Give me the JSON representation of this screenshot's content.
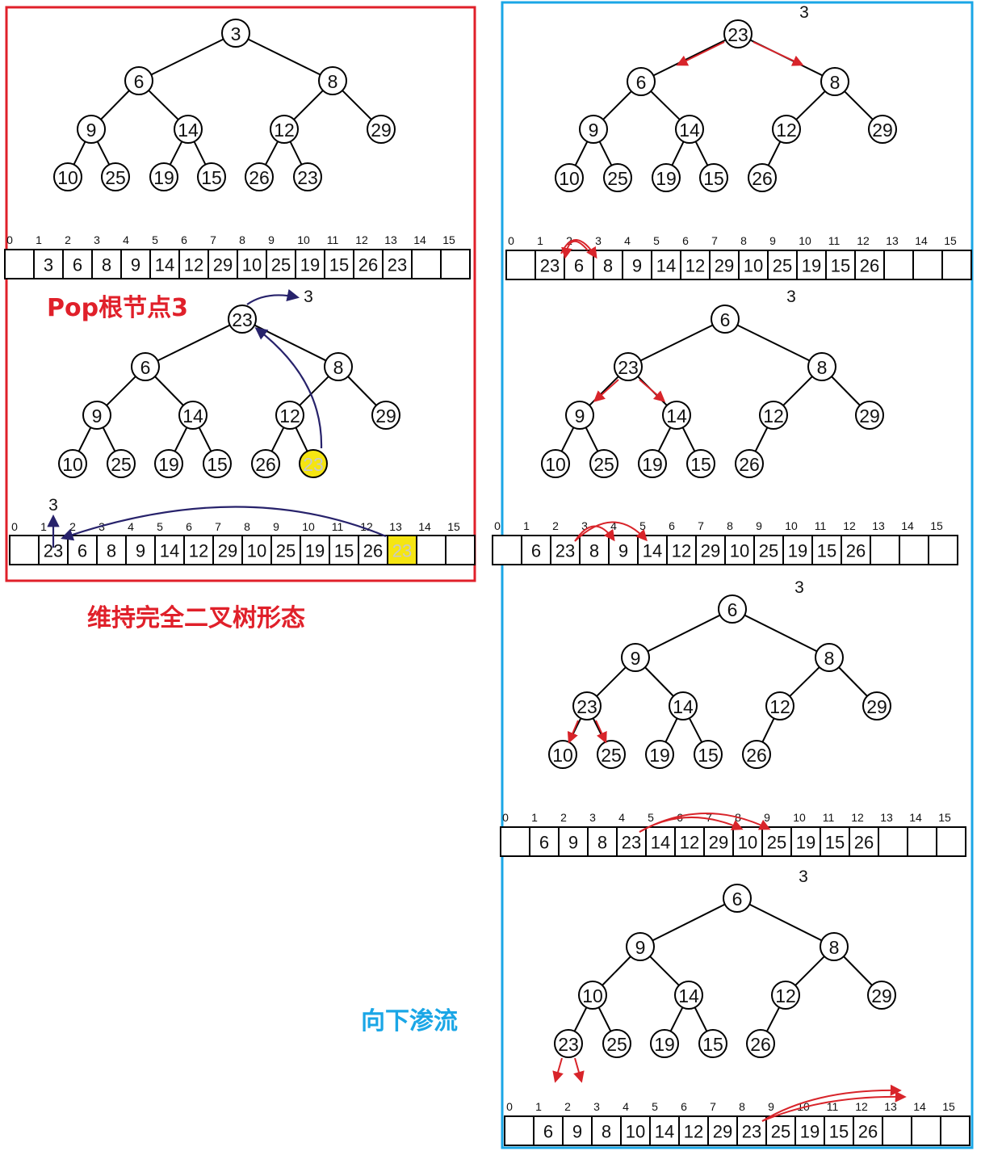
{
  "captions": {
    "pop_root": "Pop根节点3",
    "keep_shape": "维持完全二叉树形态",
    "percolate_down": "向下渗流"
  },
  "popped_value": "3",
  "array_indices": [
    "0",
    "1",
    "2",
    "3",
    "4",
    "5",
    "6",
    "7",
    "8",
    "9",
    "10",
    "11",
    "12",
    "13",
    "14",
    "15"
  ],
  "colors": {
    "red_frame": "#e0202a",
    "blue_frame": "#1aa6e6",
    "highlight": "#f5e512",
    "red_arrow": "#d8242a",
    "navy_arrow": "#27226b"
  },
  "stages": [
    {
      "id": "initial-heap",
      "tree": [
        "3",
        "6",
        "8",
        "9",
        "14",
        "12",
        "29",
        "10",
        "25",
        "19",
        "15",
        "26",
        "23"
      ],
      "array": [
        "",
        "3",
        "6",
        "8",
        "9",
        "14",
        "12",
        "29",
        "10",
        "25",
        "19",
        "15",
        "26",
        "23",
        "",
        ""
      ]
    },
    {
      "id": "last-moved-to-root",
      "tree": [
        "23",
        "6",
        "8",
        "9",
        "14",
        "12",
        "29",
        "10",
        "25",
        "19",
        "15",
        "26",
        "23"
      ],
      "highlight_node": 12,
      "array": [
        "",
        "23",
        "6",
        "8",
        "9",
        "14",
        "12",
        "29",
        "10",
        "25",
        "19",
        "15",
        "26",
        "23",
        "",
        ""
      ],
      "highlight_cell": 13
    },
    {
      "id": "root-compare",
      "tree": [
        "23",
        "6",
        "8",
        "9",
        "14",
        "12",
        "29",
        "10",
        "25",
        "19",
        "15",
        "26"
      ],
      "array": [
        "",
        "23",
        "6",
        "8",
        "9",
        "14",
        "12",
        "29",
        "10",
        "25",
        "19",
        "15",
        "26",
        "",
        "",
        ""
      ]
    },
    {
      "id": "swap-with-6",
      "tree": [
        "6",
        "23",
        "8",
        "9",
        "14",
        "12",
        "29",
        "10",
        "25",
        "19",
        "15",
        "26"
      ],
      "array": [
        "",
        "6",
        "23",
        "8",
        "9",
        "14",
        "12",
        "29",
        "10",
        "25",
        "19",
        "15",
        "26",
        "",
        "",
        ""
      ]
    },
    {
      "id": "swap-with-9",
      "tree": [
        "6",
        "9",
        "8",
        "23",
        "14",
        "12",
        "29",
        "10",
        "25",
        "19",
        "15",
        "26"
      ],
      "array": [
        "",
        "6",
        "9",
        "8",
        "23",
        "14",
        "12",
        "29",
        "10",
        "25",
        "19",
        "15",
        "26",
        "",
        "",
        ""
      ]
    },
    {
      "id": "swap-with-10",
      "tree": [
        "6",
        "9",
        "8",
        "10",
        "14",
        "12",
        "29",
        "23",
        "25",
        "19",
        "15",
        "26"
      ],
      "array": [
        "",
        "6",
        "9",
        "8",
        "10",
        "14",
        "12",
        "29",
        "23",
        "25",
        "19",
        "15",
        "26",
        "",
        "",
        ""
      ]
    }
  ]
}
